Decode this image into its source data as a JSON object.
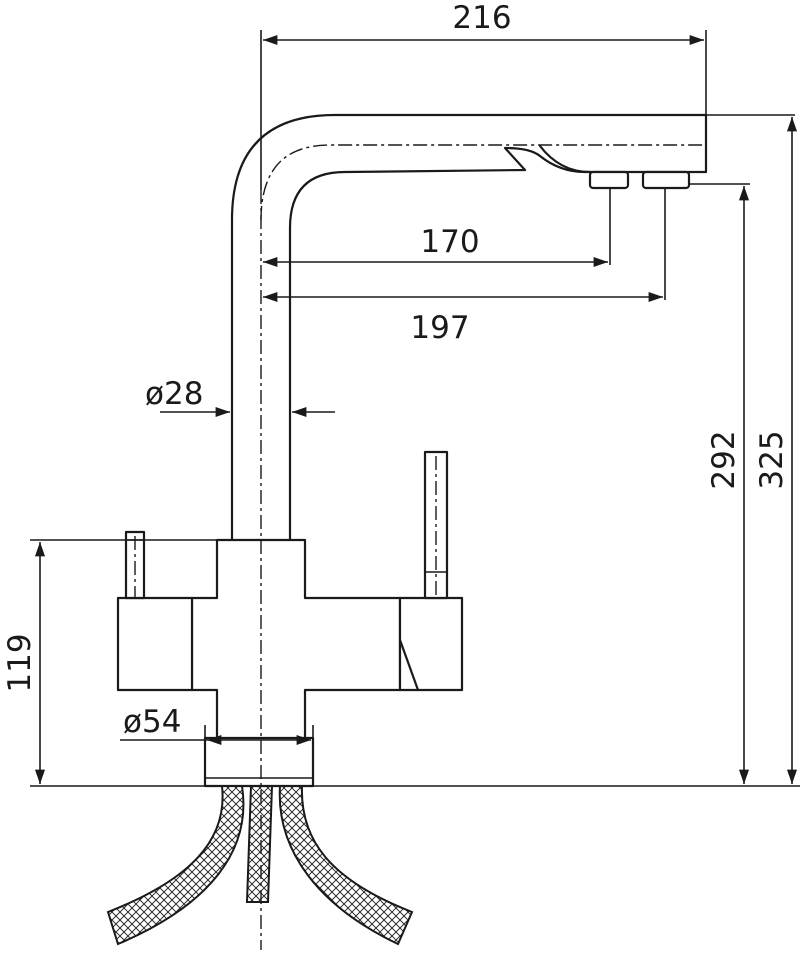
{
  "dimensions": {
    "width_total": "216",
    "reach_outlet_1": "170",
    "reach_outlet_2": "197",
    "spout_diameter": "ø28",
    "base_diameter": "ø54",
    "body_height": "119",
    "outlet_height": "292",
    "total_height": "325"
  },
  "colors": {
    "line": "#1a1a1a",
    "background": "#ffffff"
  }
}
